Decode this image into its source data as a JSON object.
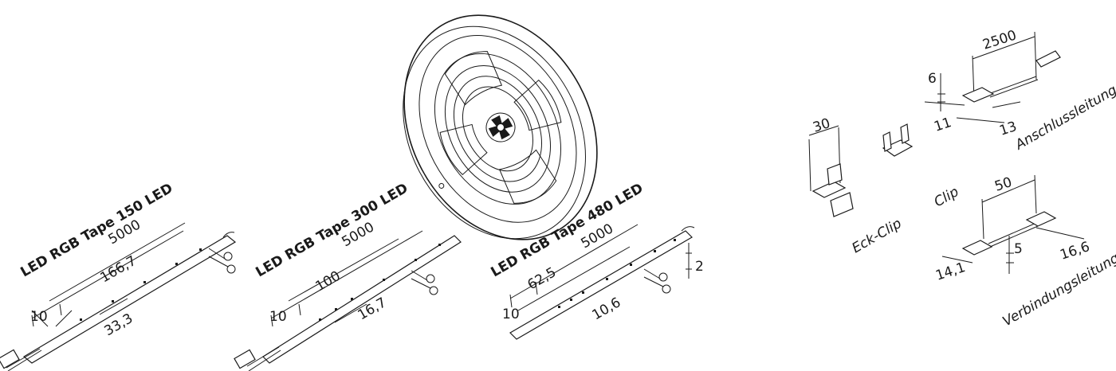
{
  "tapes": [
    {
      "title": "LED RGB Tape 150 LED",
      "length": "5000",
      "segment": "166,7",
      "pitch": "33,3",
      "width": "10"
    },
    {
      "title": "LED RGB Tape 300 LED",
      "length": "5000",
      "segment": "100",
      "pitch": "16,7",
      "width": "10"
    },
    {
      "title": "LED RGB Tape 480 LED",
      "length": "5000",
      "segment": "62,5",
      "pitch": "10,6",
      "width": "10",
      "thickness": "2"
    }
  ],
  "accessories": {
    "eck_clip": {
      "label": "Eck-Clip",
      "dim": "30"
    },
    "clip": {
      "label": "Clip"
    },
    "anschlussleitung": {
      "label": "Anschlussleitung",
      "length": "2500",
      "height": "6",
      "width": "11",
      "depth": "13"
    },
    "verbindungsleitung": {
      "label": "Verbindungsleitung",
      "length": "50",
      "height": "5",
      "width": "14,1",
      "depth": "16,6"
    }
  }
}
